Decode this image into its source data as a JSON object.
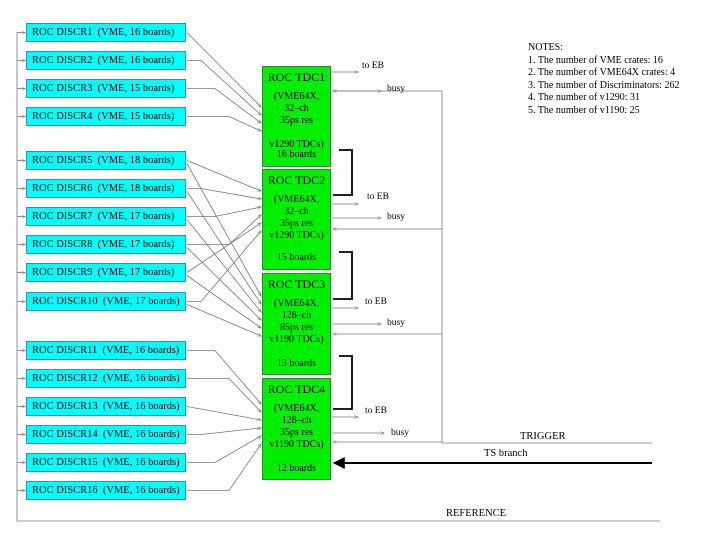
{
  "discriminators": [
    {
      "name": "ROC DISCR1",
      "detail": "(VME, 16 boards)"
    },
    {
      "name": "ROC DISCR2",
      "detail": "(VME, 16 boards)"
    },
    {
      "name": "ROC DISCR3",
      "detail": "(VME, 15 boards)"
    },
    {
      "name": "ROC DISCR4",
      "detail": "(VME, 15 boards)"
    },
    {
      "name": "ROC DISCR5",
      "detail": "(VME, 18 boards)"
    },
    {
      "name": "ROC DISCR6",
      "detail": "(VME, 18 boards)"
    },
    {
      "name": "ROC DISCR7",
      "detail": "(VME, 17 boards)"
    },
    {
      "name": "ROC DISCR8",
      "detail": "(VME, 17 boards)"
    },
    {
      "name": "ROC DISCR9",
      "detail": "(VME, 17 boards)"
    },
    {
      "name": "ROC DISCR10",
      "detail": "(VME, 17 boards)"
    },
    {
      "name": "ROC DISCR11",
      "detail": "(VME, 16 boards)"
    },
    {
      "name": "ROC DISCR12",
      "detail": "(VME, 16 boards)"
    },
    {
      "name": "ROC DISCR13",
      "detail": "(VME, 16 boards)"
    },
    {
      "name": "ROC DISCR14",
      "detail": "(VME, 16 boards)"
    },
    {
      "name": "ROC DISCR15",
      "detail": "(VME, 16 boards)"
    },
    {
      "name": "ROC DISCR16",
      "detail": "(VME, 16 boards)"
    }
  ],
  "tdcs": [
    {
      "title": "ROC TDC1",
      "config": "(VME64X,\n32–ch\n35ps res\n\nv1290 TDCs)",
      "boards": "16 boards"
    },
    {
      "title": "ROC TDC2",
      "config": "(VME64X,\n32–ch\n35ps res\nv1290 TDCs)",
      "boards": "15 boards"
    },
    {
      "title": "ROC TDC3",
      "config": "(VME64X,\n128–ch\n85ps res\nv1190 TDCs)",
      "boards": "13 boards"
    },
    {
      "title": "ROC TDC4",
      "config": "(VME64X,\n128–ch\n35ps res\nv1190 TDCs)",
      "boards": "12 boards"
    }
  ],
  "labels": {
    "to_eb": "to EB",
    "busy": "busy",
    "trigger": "TRIGGER",
    "ts_branch": "TS branch",
    "reference": "REFERENCE"
  },
  "notes": {
    "title": "NOTES:",
    "items": [
      "1. The number of VME crates: 16",
      "2. The number of VME64X crates: 4",
      "3. The number of Discriminators: 262",
      "4. The number of v1290: 31",
      "5. The number of v1190: 25"
    ]
  },
  "colors": {
    "discriminator_fill": "#00ffff",
    "tdc_fill": "#00ee00",
    "line": "#777777"
  }
}
